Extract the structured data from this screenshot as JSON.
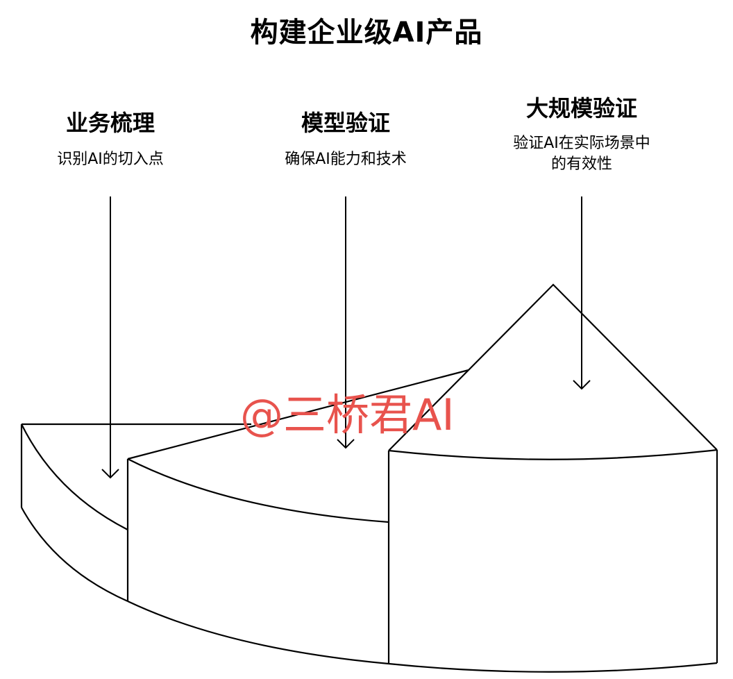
{
  "title": "构建企业级AI产品",
  "stages": [
    {
      "heading": "业务梳理",
      "description": "识别AI的切入点",
      "order": 1
    },
    {
      "heading": "模型验证",
      "description": "确保AI能力和技术",
      "order": 2
    },
    {
      "heading": "大规模验证",
      "description_line1": "验证AI在实际场景中",
      "description_line2": "的有效性",
      "order": 3
    }
  ],
  "watermark": "@三桥君AI",
  "colors": {
    "background": "#ffffff",
    "stroke": "#000000",
    "text": "#000000",
    "watermark": "#e8534d"
  },
  "icons": {
    "stage_arrow": "arrow-down-icon"
  }
}
